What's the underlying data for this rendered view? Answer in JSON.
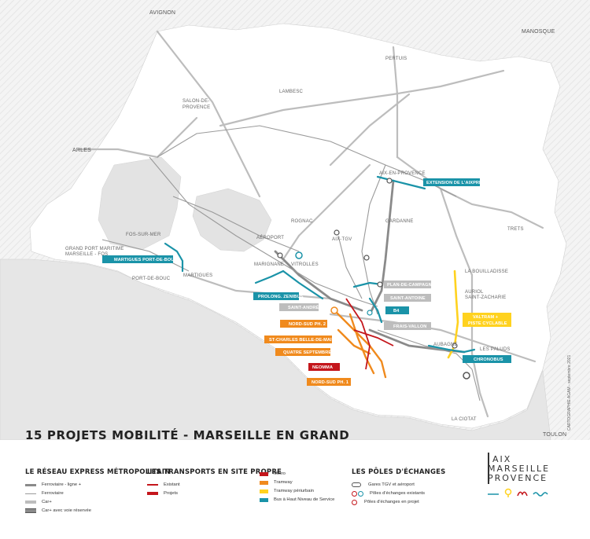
{
  "title": "15 PROJETS MOBILITÉ - MARSEILLE EN GRAND",
  "credit": "CARTOGRAPHIE AGAM - septembre 2021",
  "colors": {
    "metro": "#c4161c",
    "tramway": "#f08a1d",
    "tramway_periurbain": "#ffd21f",
    "bhns": "#1a93a8",
    "rail": "#9a9a9a",
    "road": "#b9b9b9",
    "land": "#ffffff",
    "sea": "#e3e3e3"
  },
  "places": {
    "avignon": "AVIGNON",
    "manosque": "MANOSQUE",
    "pertuis": "PERTUIS",
    "lambesc": "LAMBESC",
    "salon": "SALON-DE-",
    "salon2": "PROVENCE",
    "arles": "ARLES",
    "aix": "AIX-EN-PROVENCE",
    "rognac": "ROGNAC",
    "aix_tgv": "AIX-TGV",
    "gardanne": "GARDANNE",
    "trets": "TRETS",
    "aeroport": "AÉROPORT",
    "marignane": "MARIGNANE",
    "vitrolles": "VITROLLES",
    "gpmm1": "GRAND PORT MARITIME",
    "gpmm2": "MARSEILLE - FOS",
    "fos": "FOS-SUR-MER",
    "port_de_bouc": "PORT-DE-BOUC",
    "martigues": "MARTIGUES",
    "la_bouilladisse": "LA BOUILLADISSE",
    "auriol1": "AURIOL",
    "auriol2": "SAINT-ZACHARIE",
    "aubagne": "AUBAGNE",
    "les_paluds": "LES PALUDS",
    "la_ciotat": "LA CIOTAT",
    "toulon": "TOULON"
  },
  "projects": {
    "extension_aixpress": "EXTENSION DE L'AIXPRESS",
    "martigues_pdb": "MARTIGUES PORT-DE-BOUC",
    "plan_de_campagne": "PLAN-DE-CAMPAGNE",
    "saint_antoine": "SAINT-ANTOINE",
    "prolong_zenibus": "PROLONG. ZENIBUS",
    "saint_andre": "SAINT-ANDRÉ",
    "b4": "B4",
    "nord_sud_ph2": "NORD-SUD PH. 2",
    "frais_vallon": "FRAIS-VALLON",
    "st_charles": "ST-CHARLES BELLE-DE-MAI",
    "quatre_septembre": "QUATRE SEPTEMBRE",
    "valtram1": "VALTRAM +",
    "valtram2": "PISTE CYCLABLE",
    "chronobus": "CHRONOBUS",
    "neomma": "NEOMMA",
    "nord_sud_ph1": "NORD-SUD PH. 1"
  },
  "legend": {
    "rem": {
      "heading": "LE RÉSEAU EXPRESS MÉTROPOLITAIN",
      "items": [
        "Ferroviaire - ligne +",
        "Ferroviaire",
        "Car+",
        "Car+ avec voie réservée"
      ]
    },
    "tcsp": {
      "heading": "LES TRANSPORTS EN SITE PROPRE",
      "items": [
        "Existant",
        "Projets"
      ]
    },
    "modes": {
      "items": [
        "Métro",
        "Tramway",
        "Tramway périurbain",
        "Bus à Haut Niveau de Service"
      ]
    },
    "poles": {
      "heading": "LES PÔLES D'ÉCHANGES",
      "items": [
        "Gares TGV et aéroport",
        "Pôles d'échanges existants",
        "Pôles d'échanges en projet"
      ]
    }
  },
  "logo": {
    "line1": "AIX",
    "line2": "MARSEILLE",
    "line3": "PROVENCE"
  }
}
